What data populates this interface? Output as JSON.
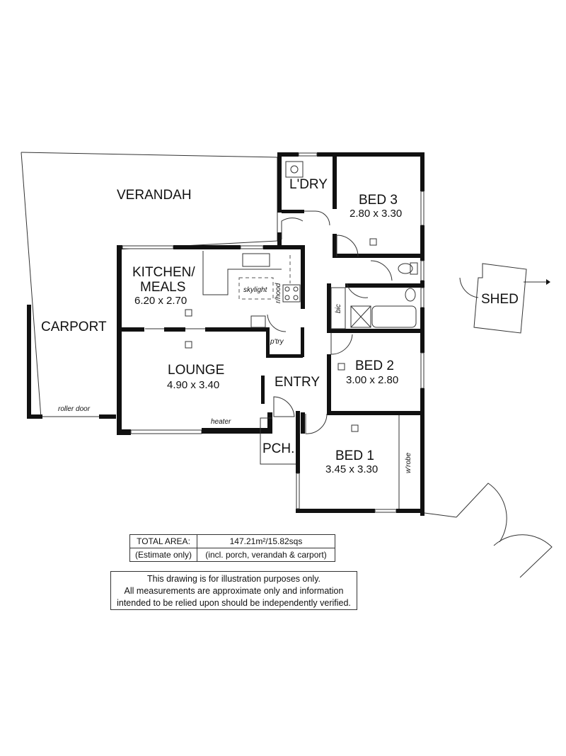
{
  "rooms": {
    "verandah": "VERANDAH",
    "carport": "CARPORT",
    "laundry": "L'DRY",
    "bed3": {
      "name": "BED 3",
      "size": "2.80 x 3.30"
    },
    "kitchen_line1": "KITCHEN/",
    "kitchen_line2": "MEALS",
    "kitchen_size": "6.20 x 2.70",
    "lounge": {
      "name": "LOUNGE",
      "size": "4.90 x 3.40"
    },
    "entry": "ENTRY",
    "bed2": {
      "name": "BED 2",
      "size": "3.00 x 2.80"
    },
    "bed1": {
      "name": "BED 1",
      "size": "3.45 x 3.30"
    },
    "porch": "PCH.",
    "shed": "SHED"
  },
  "fixtures": {
    "skylight": "skylight",
    "rangehood": "r/hood",
    "pantry": "p'try",
    "bic": "bic",
    "heater": "heater",
    "roller_door": "roller door",
    "wardrobe": "w'robe"
  },
  "area": {
    "label": "TOTAL AREA:",
    "value": "147.21m²/15.82sqs",
    "note_label": "(Estimate only)",
    "note_value": "(incl. porch, verandah & carport)"
  },
  "disclaimer": {
    "line1": "This drawing is for illustration purposes only.",
    "line2": "All measurements are approximate only and information",
    "line3": "intended to be relied upon should be independently verified."
  }
}
